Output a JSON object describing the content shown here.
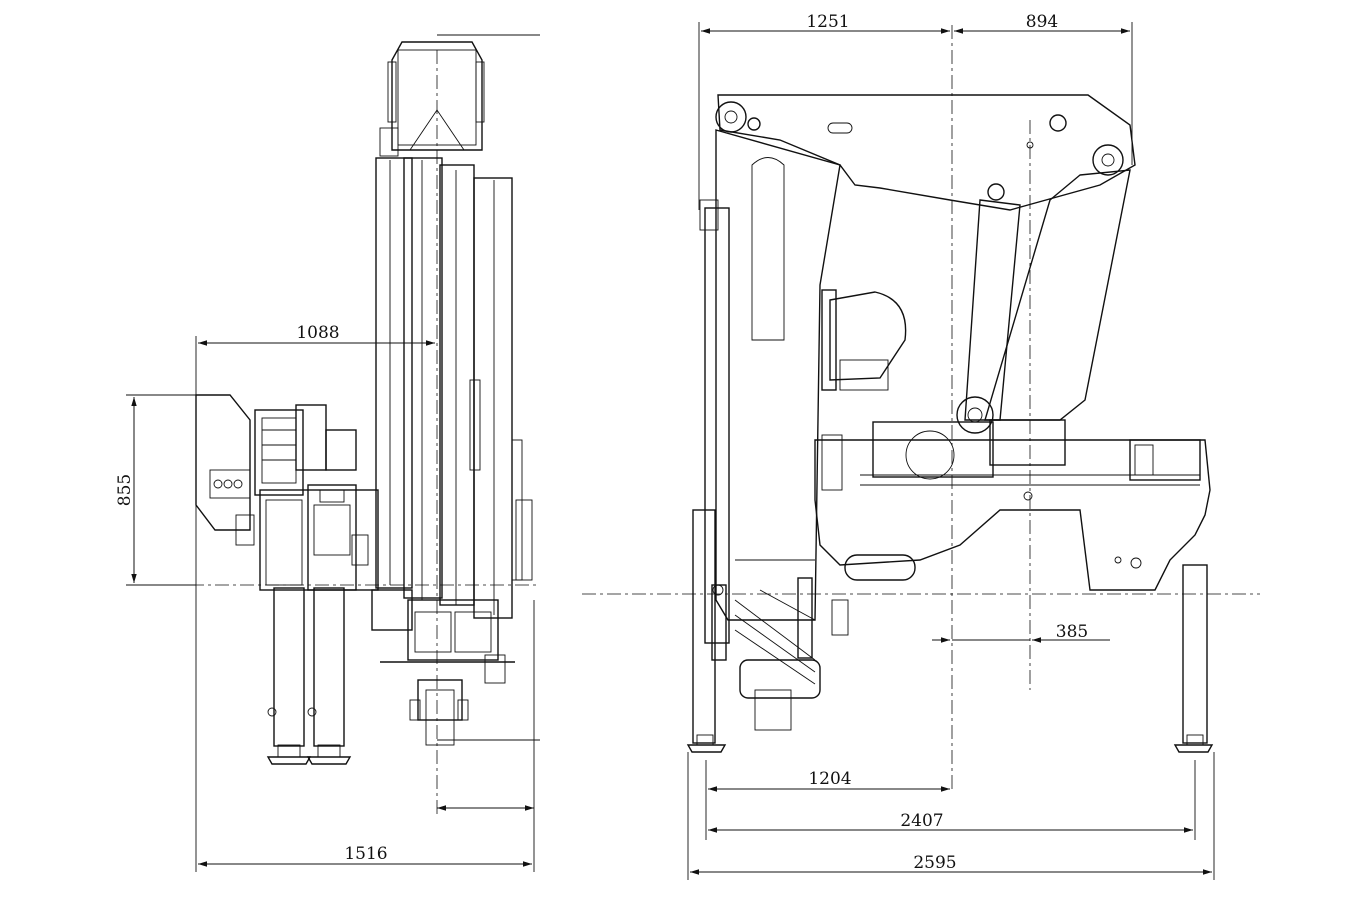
{
  "dimensions": {
    "side_width_1088": "1088",
    "side_height_855": "855",
    "side_width_1516": "1516",
    "front_top_left_1251": "1251",
    "front_top_right_894": "894",
    "front_offset_385": "385",
    "front_base_1204": "1204",
    "front_base_2407": "2407",
    "front_base_2595": "2595"
  },
  "colors": {
    "line": "#111111",
    "background": "#ffffff"
  }
}
